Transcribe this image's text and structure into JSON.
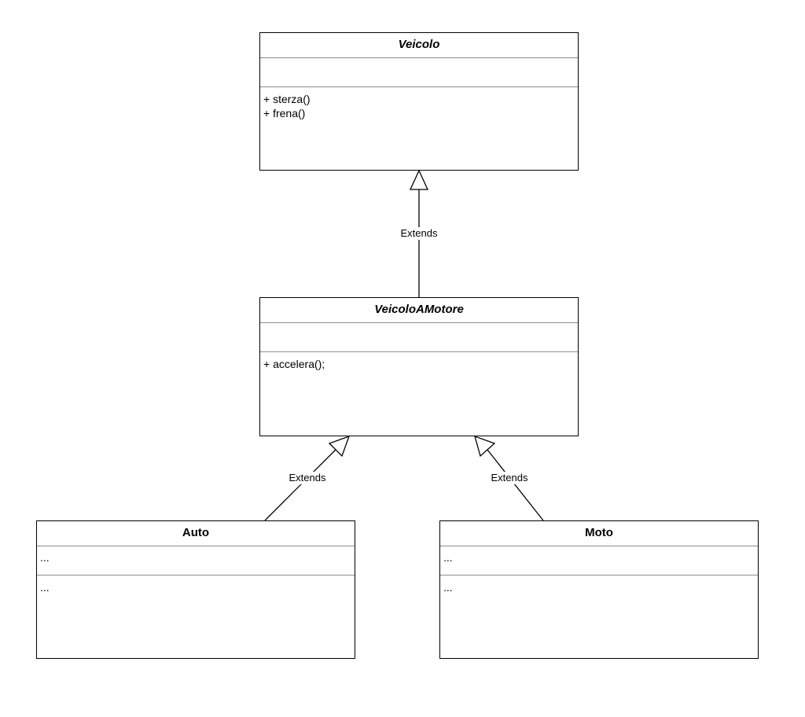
{
  "diagram": {
    "classes": [
      {
        "id": "veicolo",
        "name": "Veicolo",
        "abstract": true,
        "attributes": [],
        "operations": [
          "+ sterza()",
          "+ frena()"
        ]
      },
      {
        "id": "veicoloamotore",
        "name": "VeicoloAMotore",
        "abstract": true,
        "attributes": [],
        "operations": [
          "+ accelera();"
        ]
      },
      {
        "id": "auto",
        "name": "Auto",
        "abstract": false,
        "attributes": [
          "..."
        ],
        "operations": [
          "..."
        ]
      },
      {
        "id": "moto",
        "name": "Moto",
        "abstract": false,
        "attributes": [
          "..."
        ],
        "operations": [
          "..."
        ]
      }
    ],
    "relations": [
      {
        "from": "VeicoloAMotore",
        "to": "Veicolo",
        "type": "generalization",
        "label": "Extends"
      },
      {
        "from": "Auto",
        "to": "VeicoloAMotore",
        "type": "generalization",
        "label": "Extends"
      },
      {
        "from": "Moto",
        "to": "VeicoloAMotore",
        "type": "generalization",
        "label": "Extends"
      }
    ]
  }
}
